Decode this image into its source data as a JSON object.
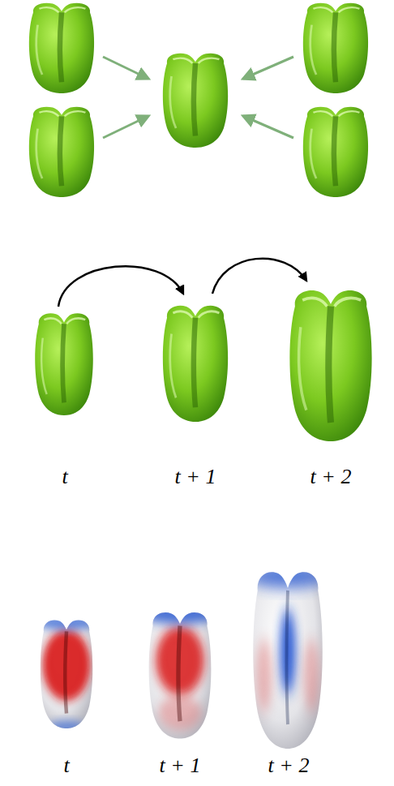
{
  "diagram": {
    "labels": [
      "t",
      "t + 1",
      "t + 2",
      "t",
      "t + 1",
      "t + 2"
    ]
  }
}
